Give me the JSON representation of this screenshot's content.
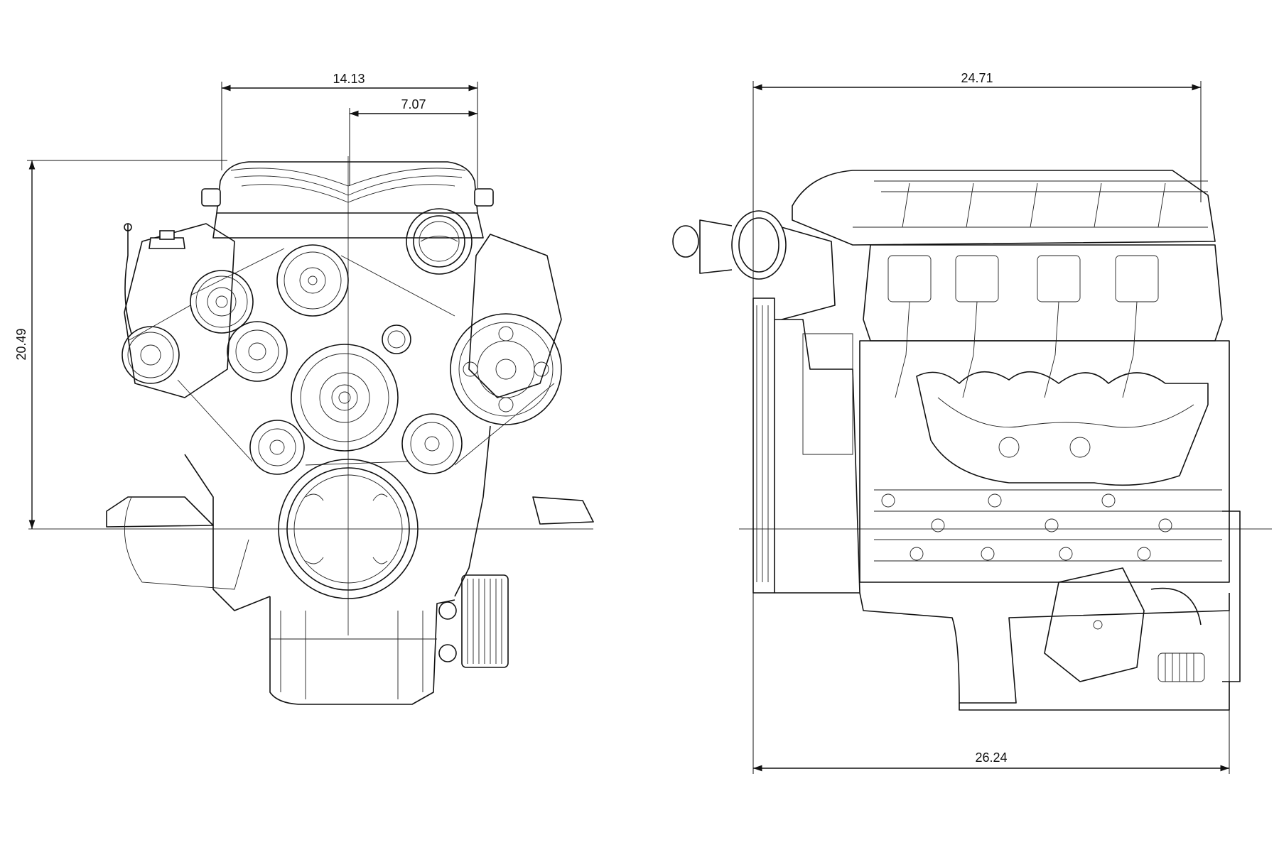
{
  "dimensions": {
    "front_width": "14.13",
    "front_half_width": "7.07",
    "front_height": "20.49",
    "side_top_length": "24.71",
    "side_bottom_length": "26.24"
  }
}
